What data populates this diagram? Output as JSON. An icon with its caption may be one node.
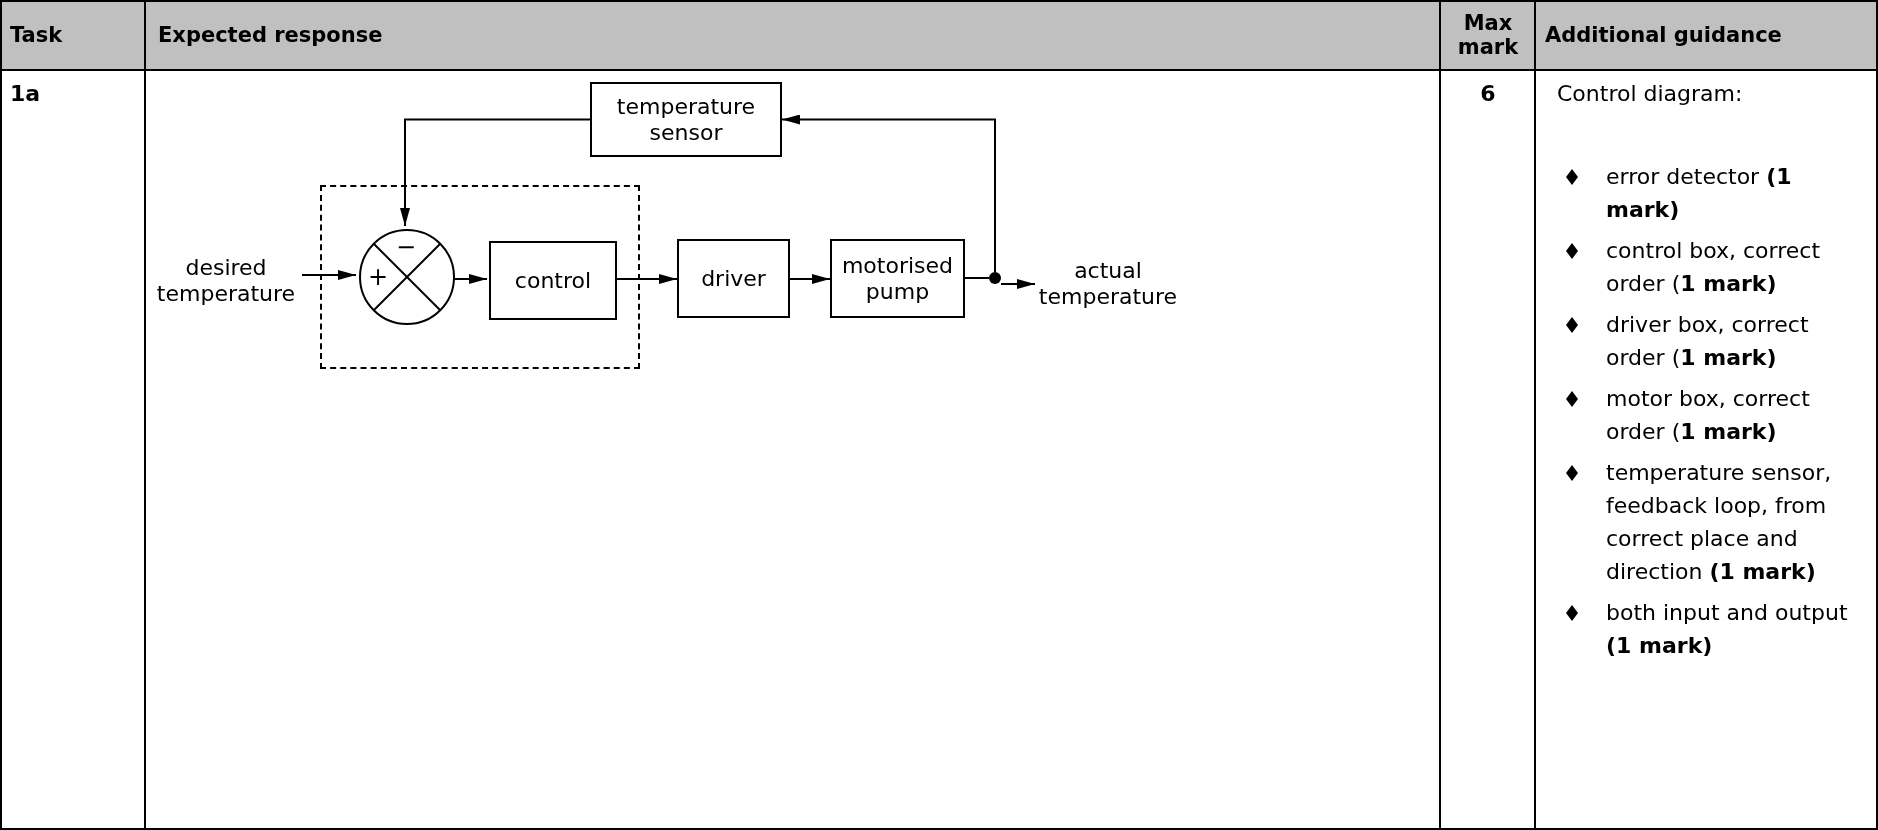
{
  "diagram": {
    "nodes": [
      {
        "text": [],
        "shape": "box"
      },
      {
        "text": [
          "desired temperature"
        ]
      },
      {
        "text": [
          "+",
          "−"
        ],
        "in": 0
      },
      {
        "text": [
          "control"
        ],
        "in": 0
      },
      {
        "text": [
          "driver"
        ]
      },
      {
        "text": [
          "motorised pump"
        ]
      },
      {
        "text": [
          "actual temperature"
        ]
      },
      {
        "text": [
          "temperature sensor"
        ]
      },
      {
        "text": [],
        "shape": "circle"
      }
    ],
    "edges": [
      {
        "from": 1,
        "to": 2,
        "arrow": "to"
      },
      {
        "from": 2,
        "to": 3,
        "arrow": "to"
      },
      {
        "from": 3,
        "to": 4,
        "arrow": "to"
      },
      {
        "from": 4,
        "to": 5,
        "arrow": "to"
      },
      {
        "from": 5,
        "to": 8,
        "arrow": "none"
      },
      {
        "from": 8,
        "to": 6,
        "arrow": "to"
      },
      {
        "from": 8,
        "to": 7,
        "arrow": "to"
      },
      {
        "from": 7,
        "to": 2,
        "arrow": "to"
      }
    ],
    "labels": [
      "Task",
      "Expected response",
      "Max mark",
      "Additional guidance",
      "1a",
      "6",
      "Control diagram:",
      "error detector **(1 mark)**",
      "control box, correct order (**1 mark)**",
      "driver box, correct order (**1 mark)**",
      "motor box, correct order (**1 mark)**",
      "temperature sensor, feedback loop, from correct place and direction **(1 mark)**",
      "both input and output **(1 mark)**"
    ]
  }
}
